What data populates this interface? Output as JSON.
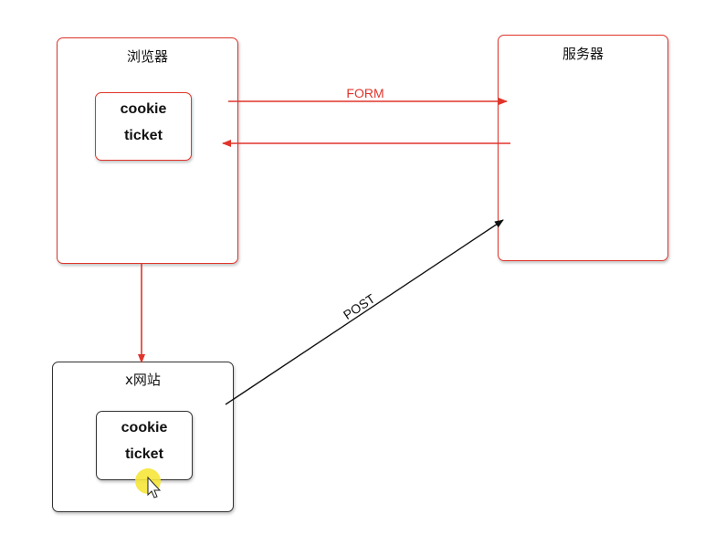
{
  "nodes": {
    "browser": {
      "title": "浏览器",
      "border_color": "#e0352b"
    },
    "browser_store": {
      "line1": "cookie",
      "line2": "ticket",
      "border_color": "#e0352b"
    },
    "server": {
      "title": "服务器",
      "border_color": "#e0352b"
    },
    "xsite": {
      "title": "x网站",
      "border_color": "#333333"
    },
    "xsite_store": {
      "line1": "cookie",
      "line2": "ticket",
      "border_color": "#333333"
    }
  },
  "edges": {
    "form": {
      "label": "FORM",
      "color": "#e0352b"
    },
    "reply": {
      "color": "#e0352b"
    },
    "down": {
      "color": "#e0352b"
    },
    "post": {
      "label": "POST",
      "color": "#111111"
    }
  },
  "cursor": {
    "highlight_color": "#f5e63a"
  }
}
